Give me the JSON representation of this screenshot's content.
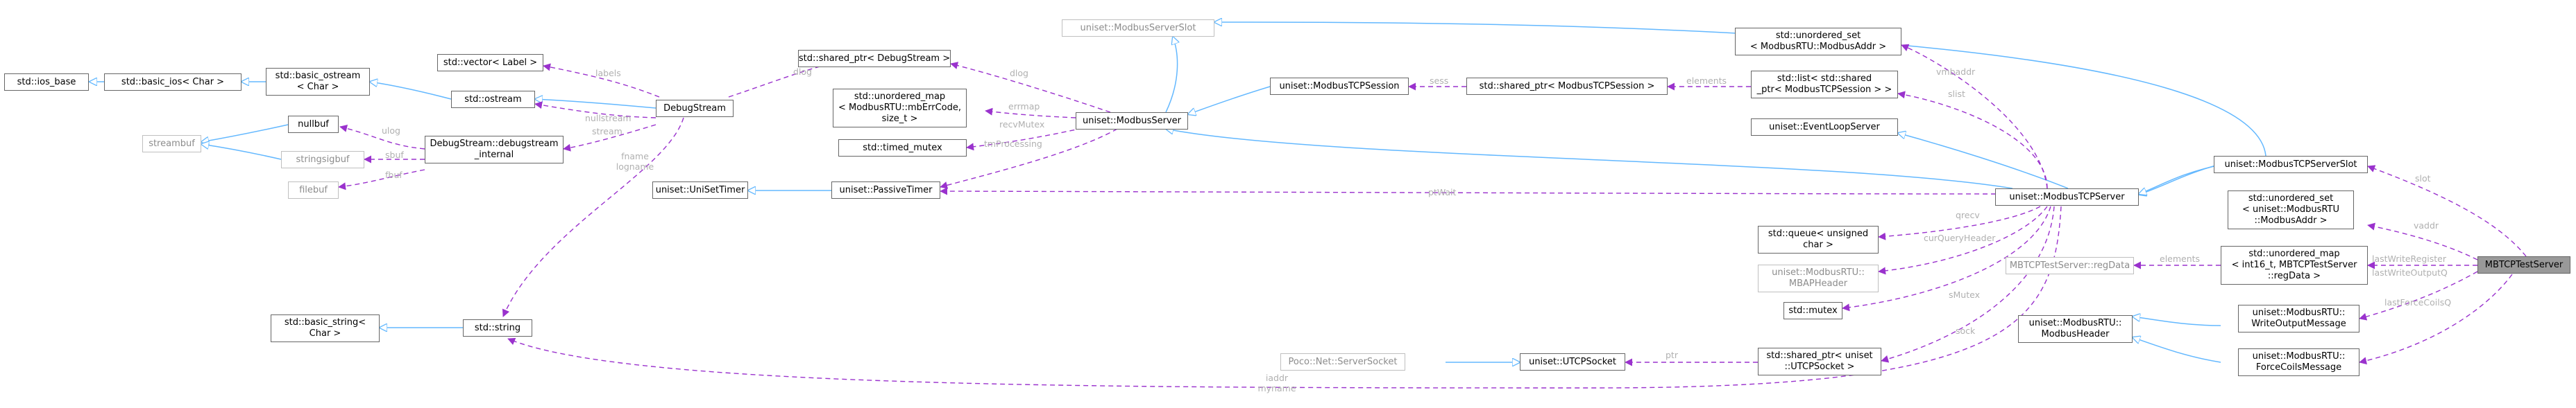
{
  "nodes": {
    "ios_base": {
      "lines": [
        "std::ios_base"
      ]
    },
    "basic_ios": {
      "lines": [
        "std::basic_ios< Char >"
      ]
    },
    "basic_ostream": {
      "lines": [
        "std::basic_ostream",
        "< Char >"
      ]
    },
    "ostream": {
      "lines": [
        "std::ostream"
      ]
    },
    "vector_label": {
      "lines": [
        "std::vector< Label >"
      ]
    },
    "debugstream": {
      "lines": [
        "DebugStream"
      ]
    },
    "nullbuf": {
      "lines": [
        "nullbuf"
      ]
    },
    "streambuf": {
      "lines": [
        "streambuf"
      ]
    },
    "stringsigbuf": {
      "lines": [
        "stringsigbuf"
      ]
    },
    "filebuf": {
      "lines": [
        "filebuf"
      ]
    },
    "debugstream_internal": {
      "lines": [
        "DebugStream::debugstream",
        "_internal"
      ]
    },
    "shared_ptr_debugstream": {
      "lines": [
        "std::shared_ptr< DebugStream >"
      ]
    },
    "unordered_map_mbErrCode": {
      "lines": [
        "std::unordered_map",
        "< ModbusRTU::mbErrCode,",
        "size_t >"
      ]
    },
    "timed_mutex": {
      "lines": [
        "std::timed_mutex"
      ]
    },
    "unisettimer": {
      "lines": [
        "uniset::UniSetTimer"
      ]
    },
    "passivetimer": {
      "lines": [
        "uniset::PassiveTimer"
      ]
    },
    "basic_string": {
      "lines": [
        "std::basic_string<",
        "Char >"
      ]
    },
    "string": {
      "lines": [
        "std::string"
      ]
    },
    "modbusserverslot": {
      "lines": [
        "uniset::ModbusServerSlot"
      ]
    },
    "modbusserver": {
      "lines": [
        "uniset::ModbusServer"
      ]
    },
    "modbustcpsession": {
      "lines": [
        "uniset::ModbusTCPSession"
      ]
    },
    "shared_ptr_session": {
      "lines": [
        "std::shared_ptr< ModbusTCPSession >"
      ]
    },
    "unordered_set_addr": {
      "lines": [
        "std::unordered_set",
        "< ModbusRTU::ModbusAddr >"
      ]
    },
    "list_shared": {
      "lines": [
        "std::list< std::shared",
        "_ptr< ModbusTCPSession > >"
      ]
    },
    "eventloopserver": {
      "lines": [
        "uniset::EventLoopServer"
      ]
    },
    "modbustcpserver": {
      "lines": [
        "uniset::ModbusTCPServer"
      ]
    },
    "queue_uchar": {
      "lines": [
        "std::queue< unsigned",
        "char >"
      ]
    },
    "mbapheader": {
      "lines": [
        "uniset::ModbusRTU::",
        "MBAPHeader"
      ]
    },
    "std_mutex": {
      "lines": [
        "std::mutex"
      ]
    },
    "serversocket": {
      "lines": [
        "Poco::Net::ServerSocket"
      ]
    },
    "utcpsocket": {
      "lines": [
        "uniset::UTCPSocket"
      ]
    },
    "shared_ptr_utcp": {
      "lines": [
        "std::shared_ptr< uniset",
        "::UTCPSocket >"
      ]
    },
    "modbustcpserverslot": {
      "lines": [
        "uniset::ModbusTCPServerSlot"
      ]
    },
    "unordered_set_uniset_addr": {
      "lines": [
        "std::unordered_set",
        "< uniset::ModbusRTU",
        "::ModbusAddr >"
      ]
    },
    "regdata": {
      "lines": [
        "MBTCPTestServer::regData"
      ]
    },
    "unordered_map_regdata": {
      "lines": [
        "std::unordered_map",
        "< int16_t, MBTCPTestServer",
        "::regData >"
      ]
    },
    "modbusheader": {
      "lines": [
        "uniset::ModbusRTU::",
        "ModbusHeader"
      ]
    },
    "writeoutputmessage": {
      "lines": [
        "uniset::ModbusRTU::",
        "WriteOutputMessage"
      ]
    },
    "forcecoilsmessage": {
      "lines": [
        "uniset::ModbusRTU::",
        "ForceCoilsMessage"
      ]
    },
    "mbtcptestserver": {
      "lines": [
        "MBTCPTestServer"
      ]
    }
  },
  "edge_labels": {
    "labels": "labels",
    "dlog": "dlog",
    "ulog": "ulog",
    "sbuf": "sbuf",
    "fbuf": "fbuf",
    "nullstream": "nullstream",
    "stream": "stream",
    "fname_logname": [
      "fname",
      "logname"
    ],
    "errmap": "errmap",
    "recvMutex": "recvMutex",
    "tmProcessing": "tmProcessing",
    "ptWait": "ptWait",
    "sess": "sess",
    "elements_session": "elements",
    "vmbaddr": "vmbaddr",
    "slist": "slist",
    "qrecv": "qrecv",
    "curQueryHeader": "curQueryHeader",
    "sMutex": "sMutex",
    "sock": "sock",
    "iaddr_myname": [
      "iaddr",
      "myname"
    ],
    "slot": "slot",
    "vaddr": "vaddr",
    "elements_regdata": "elements",
    "lastWriteRegister": "lastWriteRegister",
    "lastWriteOutputQ": "lastWriteOutputQ",
    "lastForceCoilsQ": "lastForceCoilsQ",
    "ptr": "ptr"
  },
  "colors": {
    "inheritance": "#63b8ff",
    "usage": "#9a32cd",
    "node_border": "#666666",
    "node_border_external": "#bfbfbf",
    "focus_fill": "#999999",
    "edge_label": "#b0b0b0"
  }
}
